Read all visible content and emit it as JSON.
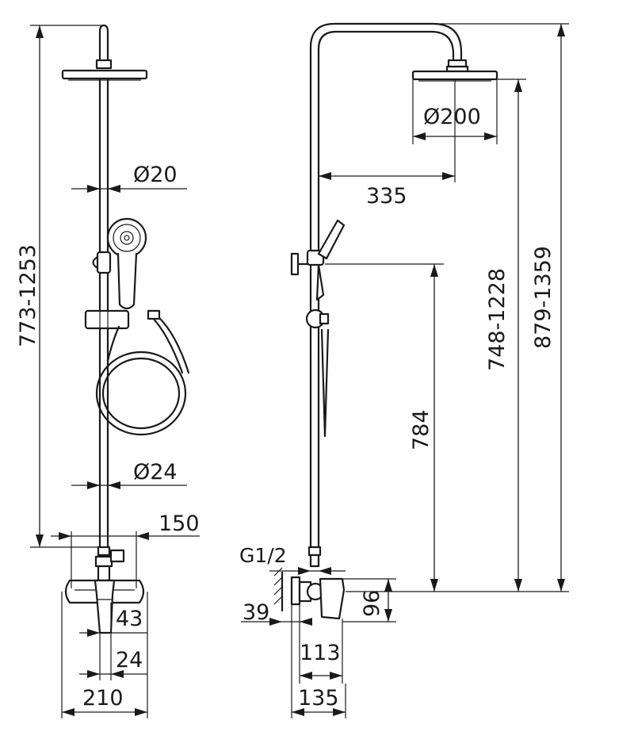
{
  "front_view": {
    "diameter_pipe_top": "Ø20",
    "diameter_pipe_bottom": "Ø24",
    "height_range": "773-1253",
    "connection_spacing": "150",
    "lever_offset": "43",
    "outlet_offset": "24",
    "body_width": "210"
  },
  "side_view": {
    "head_diameter": "Ø200",
    "arm_reach": "335",
    "thread": "G1/2",
    "wall_offset": "39",
    "body_height": "96",
    "body_depth_inner": "113",
    "body_depth_outer": "135",
    "holder_height": "784",
    "head_height_range": "748-1228",
    "total_height_range": "879-1359"
  }
}
